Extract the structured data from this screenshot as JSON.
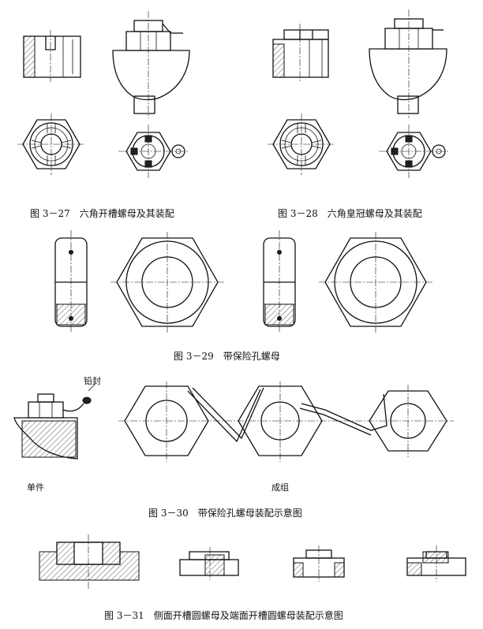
{
  "figures": {
    "fig27": {
      "caption": "图 3－27　六角开槽螺母及其装配"
    },
    "fig28": {
      "caption": "图 3－28　六角皇冠螺母及其装配"
    },
    "fig29": {
      "caption": "图 3－29　带保险孔螺母"
    },
    "fig30": {
      "caption": "图 3－30　带保险孔螺母装配示意图",
      "seal_label": "铅封",
      "single_label": "单件",
      "group_label": "成组"
    },
    "fig31": {
      "caption": "图 3－31　侧面开槽圆螺母及端面开槽圆螺母装配示意图"
    }
  }
}
